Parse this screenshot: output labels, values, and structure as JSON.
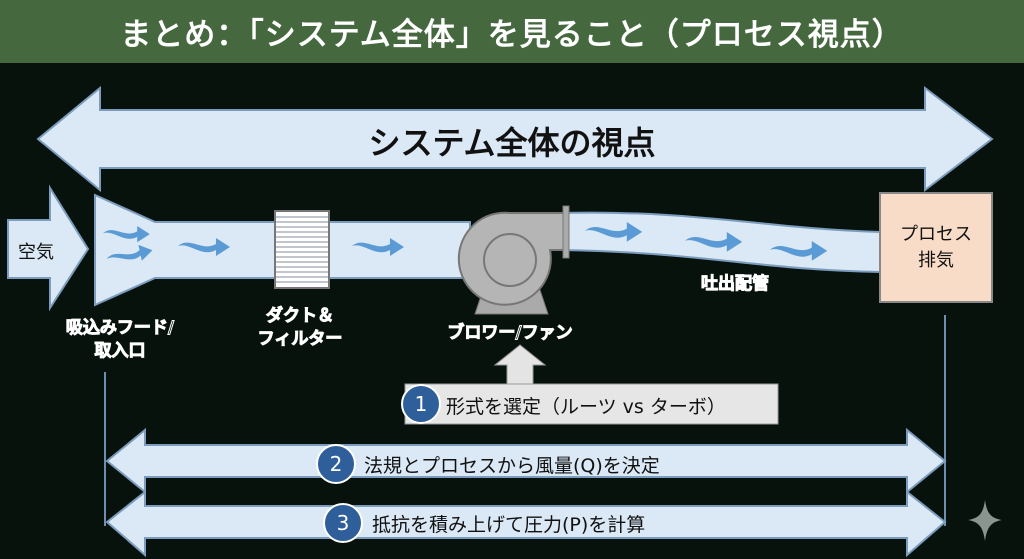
{
  "header": {
    "title": "まとめ：「システム全体」を見ること（プロセス視点）"
  },
  "diagram": {
    "system_arrow_label": "システム全体の視点",
    "air_label": "空気",
    "hood_label": [
      "吸込みフード/",
      "取入口"
    ],
    "duct_label": [
      "ダクト＆",
      "フィルター"
    ],
    "fan_label": "ブロワー/ファン",
    "discharge_label": "吐出配管",
    "process_label": [
      "プロセス",
      "排気"
    ]
  },
  "steps": [
    {
      "number": "1",
      "text": "形式を選定（ルーツ vs ターボ）"
    },
    {
      "number": "2",
      "text": "法規とプロセスから風量(Q)を決定"
    },
    {
      "number": "3",
      "text": "抵抗を積み上げて圧力(P)を計算"
    }
  ],
  "colors": {
    "header": "#46683f",
    "background": "#07120d",
    "pipe": "#dbe8f5",
    "flow": "#5b9bd5",
    "badge": "#2e5f9a",
    "process": "#f9dcc8"
  }
}
